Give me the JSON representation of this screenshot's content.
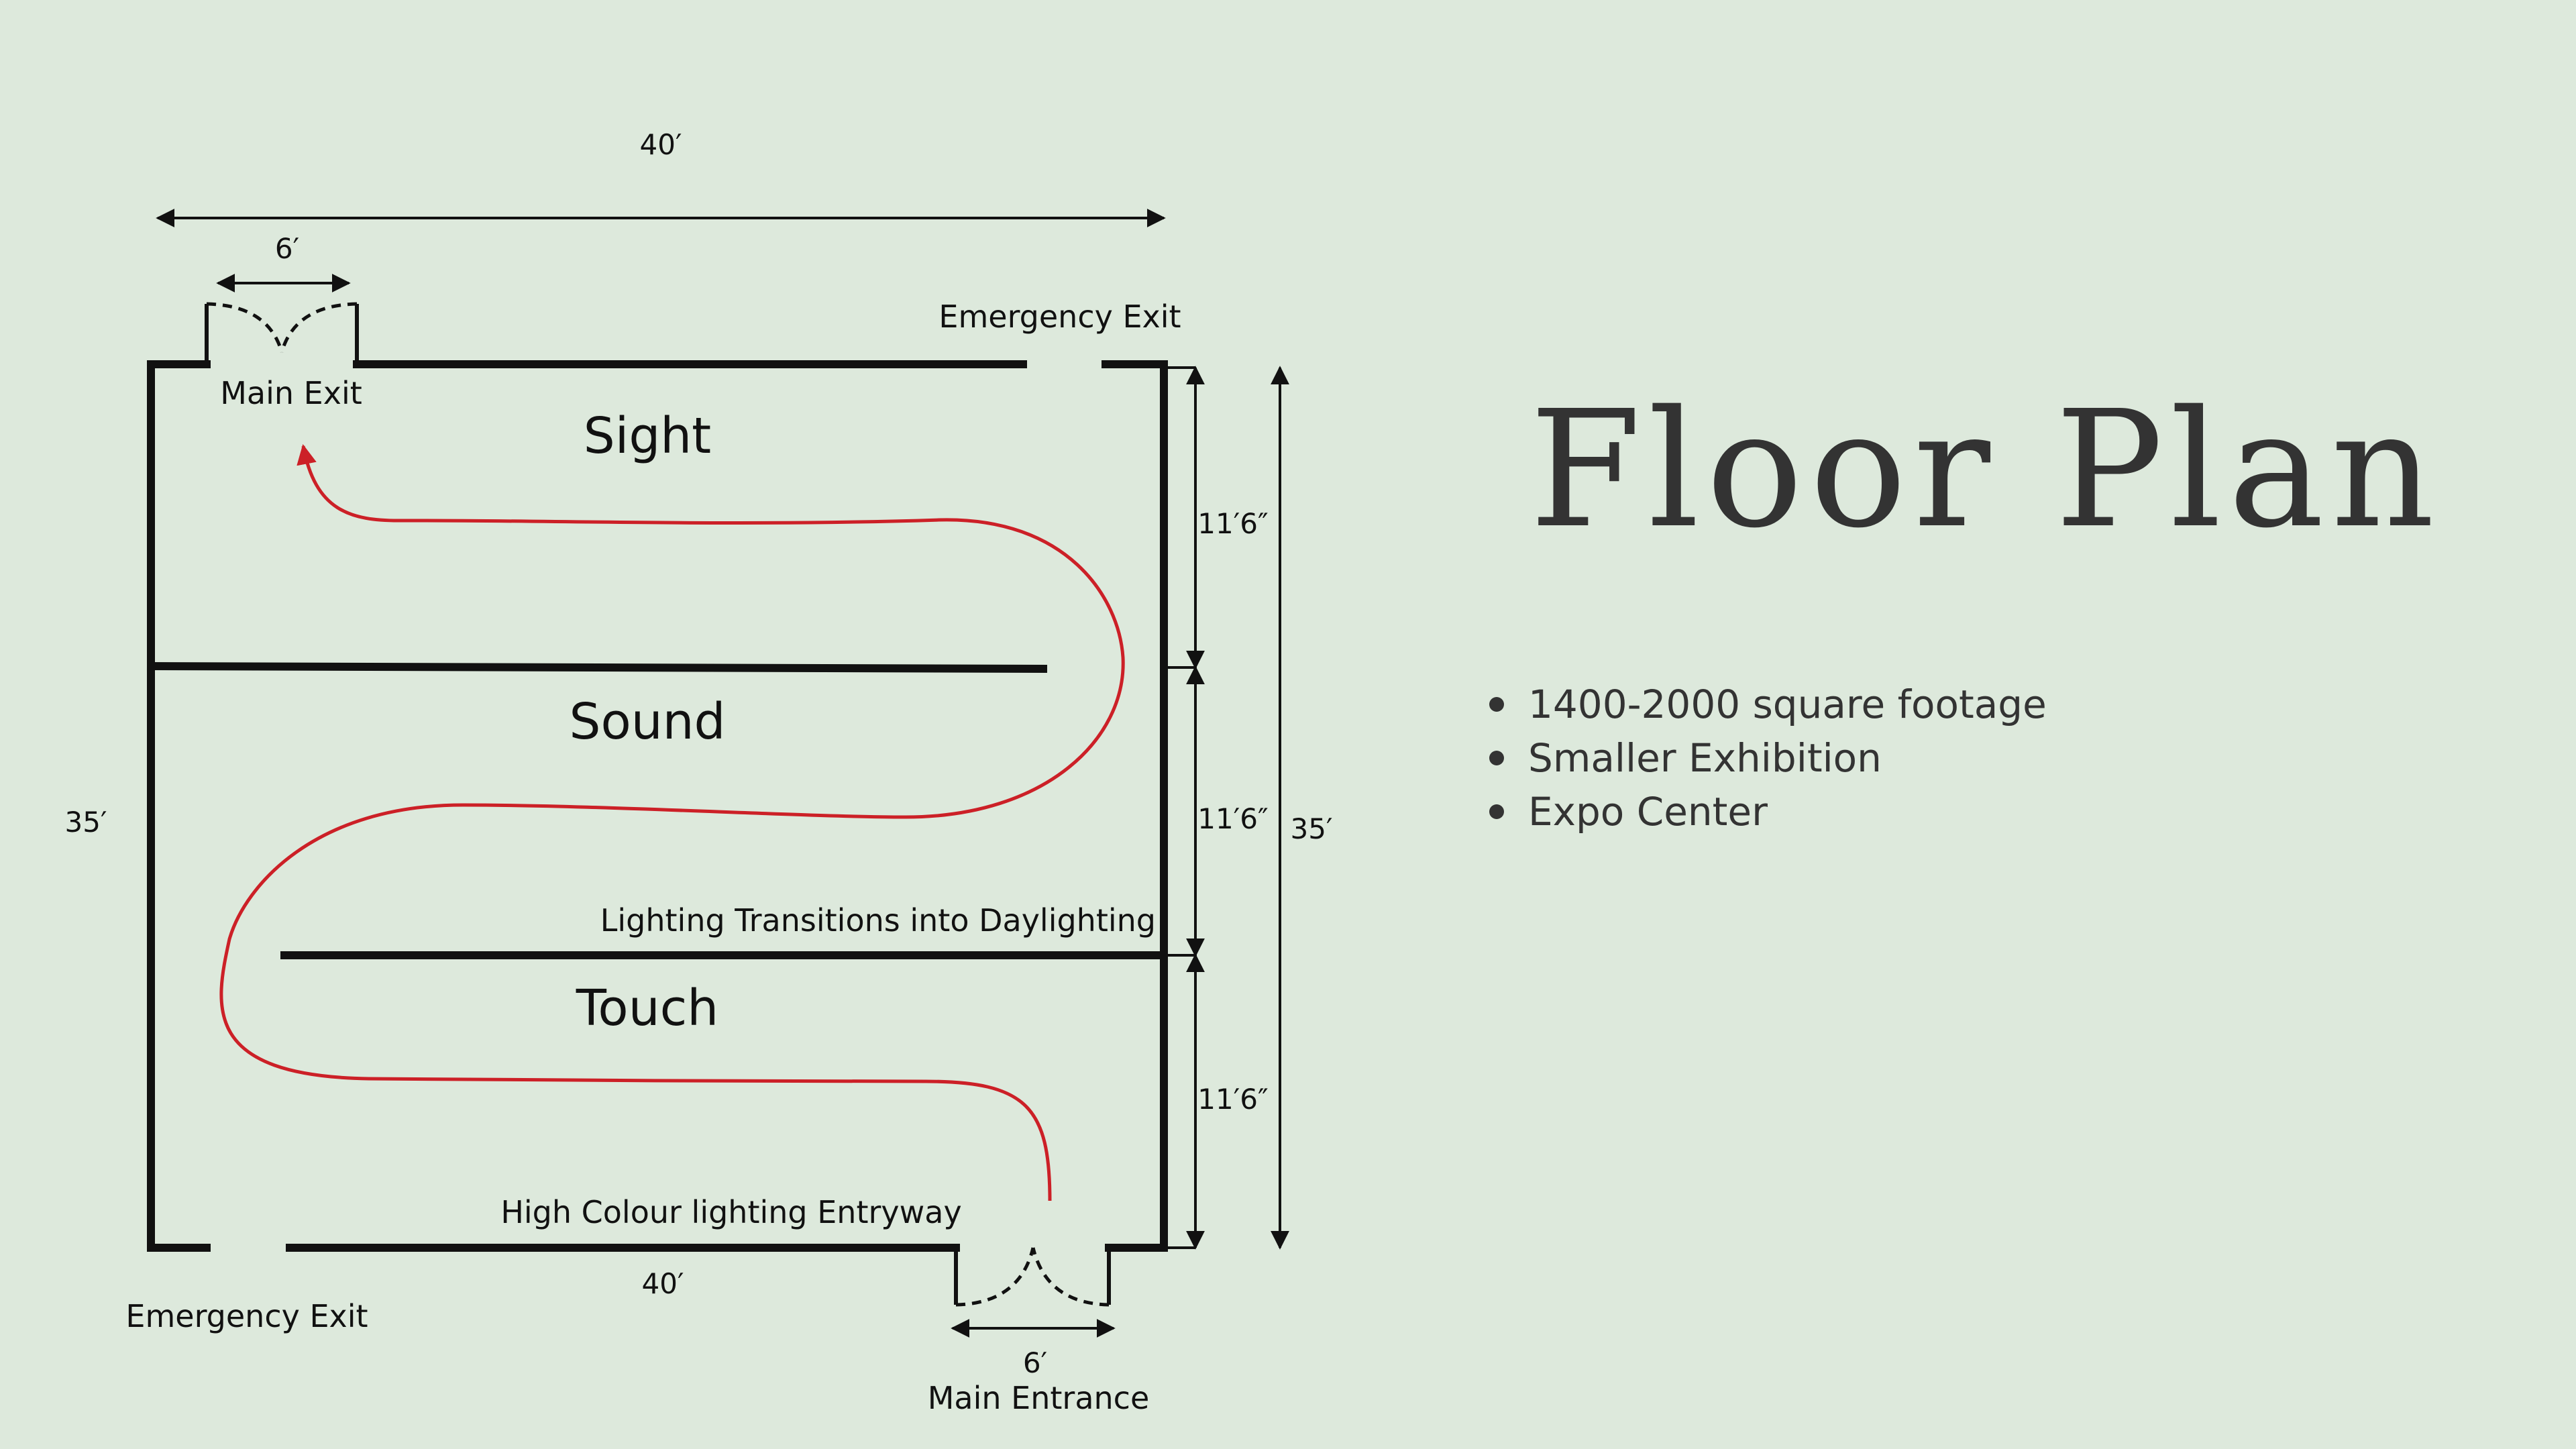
{
  "title": "Floor Plan",
  "facts": [
    "1400-2000 square footage",
    "Smaller Exhibition",
    "Expo Center"
  ],
  "rooms": {
    "sight": "Sight",
    "sound": "Sound",
    "touch": "Touch"
  },
  "doors": {
    "main_exit": "Main Exit",
    "main_entrance": "Main Entrance",
    "emergency_exit_top": "Emergency Exit",
    "emergency_exit_bottom": "Emergency Exit"
  },
  "notes": {
    "lighting_transition": "Lighting Transitions into Daylighting",
    "entry_lighting": "High Colour lighting Entryway"
  },
  "dimensions": {
    "overall_width_top": "40′",
    "overall_width_bottom": "40′",
    "exit_width": "6′",
    "entrance_width": "6′",
    "height_left": "35′",
    "height_right": "35′",
    "section_1": "11′6″",
    "section_2": "11′6″",
    "section_3": "11′6″"
  },
  "colors": {
    "background": "#dde9dc",
    "walls": "#111111",
    "path": "#cc2027",
    "text": "#333333"
  }
}
